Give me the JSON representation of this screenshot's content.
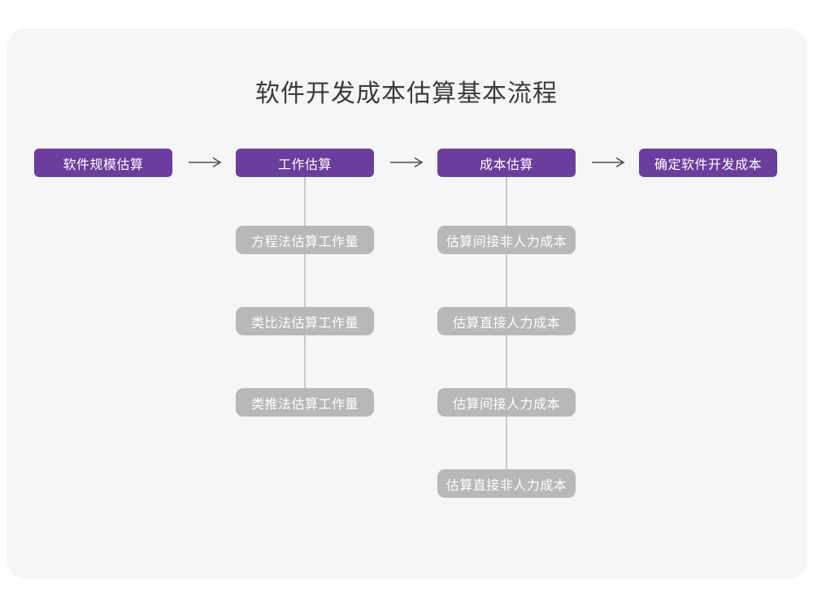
{
  "title": "软件开发成本估算基本流程",
  "colors": {
    "page_background": "#ffffff",
    "card_background": "#f6f6f7",
    "primary_box": "#6a3d9e",
    "sub_box": "#b8b8b8",
    "connector_line": "#c9c9c9",
    "arrow": "#4d4d4d",
    "title_text": "#3a3a3a",
    "box_text": "#ffffff"
  },
  "flow": {
    "steps": [
      {
        "label": "软件规模估算",
        "substeps": []
      },
      {
        "label": "工作估算",
        "substeps": [
          "方程法估算工作量",
          "类比法估算工作量",
          "类推法估算工作量"
        ]
      },
      {
        "label": "成本估算",
        "substeps": [
          "估算间接非人力成本",
          "估算直接人力成本",
          "估算间接人力成本",
          "估算直接非人力成本"
        ]
      },
      {
        "label": "确定软件开发成本",
        "substeps": []
      }
    ],
    "arrow_icon": "right-arrow"
  }
}
